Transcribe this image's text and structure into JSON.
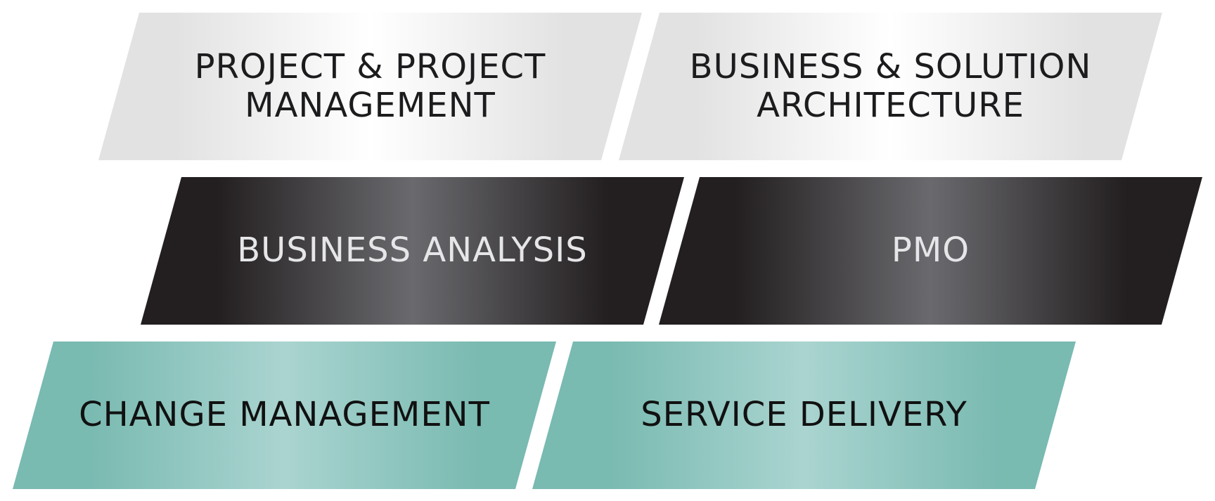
{
  "rows": [
    {
      "tone": "light",
      "colors": {
        "edge": "#e2e2e2",
        "center": "#ffffff",
        "text": "#1c1b1d"
      },
      "tiles": [
        {
          "label": "PROJECT & PROJECT\nMANAGEMENT"
        },
        {
          "label": "BUSINESS & SOLUTION\nARCHITECTURE"
        }
      ]
    },
    {
      "tone": "dark",
      "colors": {
        "edge": "#231f20",
        "center": "#6a6a6e",
        "text": "#e6e6e8"
      },
      "tiles": [
        {
          "label": "BUSINESS ANALYSIS"
        },
        {
          "label": "PMO"
        }
      ]
    },
    {
      "tone": "teal",
      "colors": {
        "edge": "#79bab1",
        "center": "#aad4d0",
        "text": "#111111"
      },
      "tiles": [
        {
          "label": "CHANGE MANAGEMENT"
        },
        {
          "label": "SERVICE DELIVERY"
        }
      ]
    }
  ]
}
